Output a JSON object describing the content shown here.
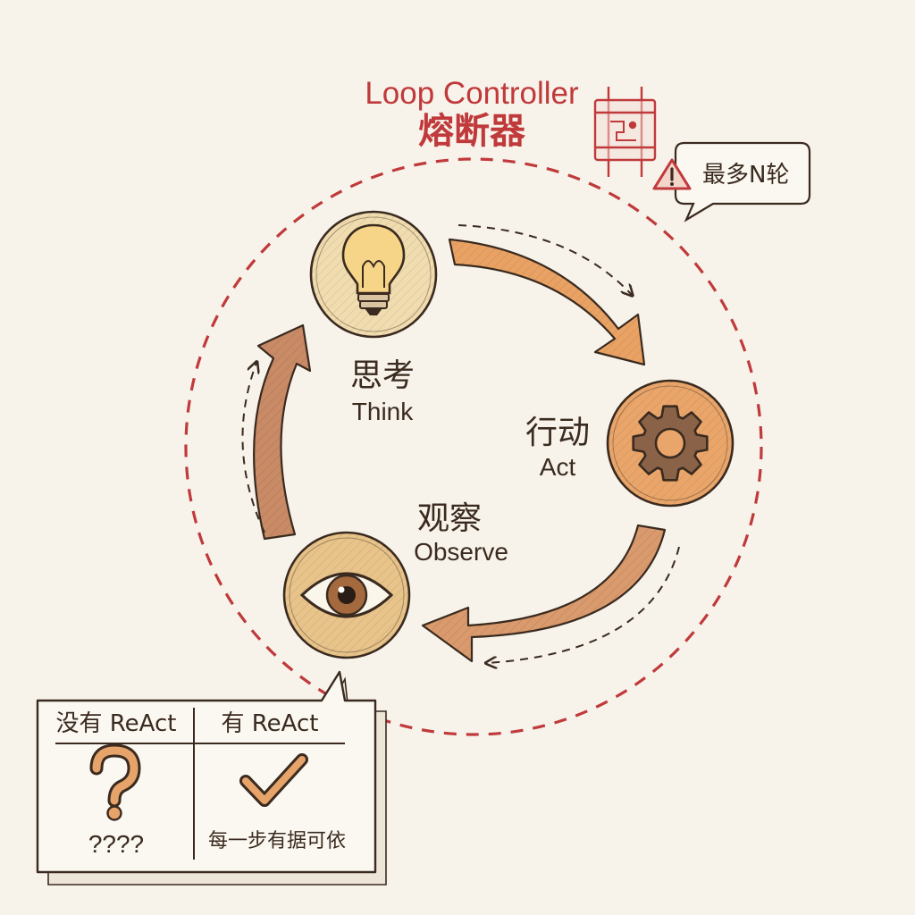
{
  "colors": {
    "background": "#f7f3ea",
    "ink": "#3a2a1f",
    "controller_red": "#c0393b",
    "think_fill": "#f0dcaf",
    "act_fill": "#eaa66a",
    "observe_fill": "#e8c48a",
    "arrow_think_to_act": "#e9a264",
    "arrow_act_to_observe": "#d99a6d",
    "arrow_observe_to_think": "#c98a66"
  },
  "controller": {
    "title_en": "Loop Controller",
    "title_zh": "熔断器",
    "icon": "fuse-icon",
    "warning_icon": "warning-icon",
    "limit_label": "最多N轮"
  },
  "steps": {
    "think": {
      "label_zh": "思考",
      "label_en": "Think",
      "icon": "lightbulb-icon"
    },
    "act": {
      "label_zh": "行动",
      "label_en": "Act",
      "icon": "gear-icon"
    },
    "observe": {
      "label_zh": "观察",
      "label_en": "Observe",
      "icon": "eye-icon"
    }
  },
  "comparison": {
    "without": {
      "header": "没有 ReAct",
      "icon": "question-mark-icon",
      "caption": "????"
    },
    "with": {
      "header": "有 ReAct",
      "icon": "checkmark-icon",
      "caption": "每一步有据可依"
    }
  }
}
